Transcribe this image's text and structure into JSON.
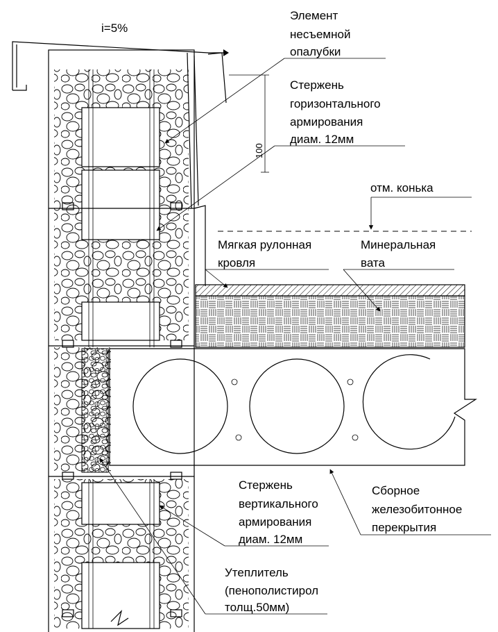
{
  "slope": "i=5%",
  "labels": {
    "formwork": [
      "Элемент",
      "несъемной",
      "опалубки"
    ],
    "h_rebar": [
      "Стержень",
      "горизонтального",
      "армирования",
      "диам. 12мм"
    ],
    "ridge": "отм. конька",
    "soft_roof": [
      "Мягкая рулонная",
      "кровля"
    ],
    "mineral": [
      "Минеральная",
      "вата"
    ],
    "v_rebar": [
      "Стержень",
      "вертикального",
      "армирования",
      "диам. 12мм"
    ],
    "slab": [
      "Сборное",
      "железобитонное",
      "перекрытия"
    ],
    "insul": [
      "Утеплитель",
      "(пенополистирол",
      "толщ.50мм)"
    ]
  },
  "dimension": "100"
}
